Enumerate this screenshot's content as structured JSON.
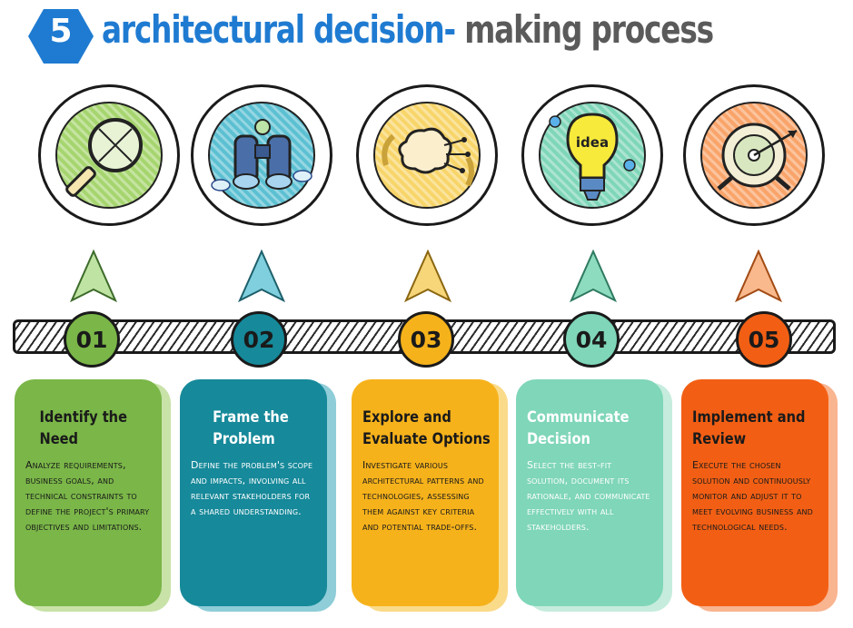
{
  "title": {
    "number": "5",
    "part1": "architectural decision-",
    "part2": " making process"
  },
  "colors": {
    "title_blue": "#1f7bd1",
    "title_gray": "#5a5a5a",
    "step1": "#7ab648",
    "step2": "#16899a",
    "step3": "#f6b21b",
    "step4": "#7fd6b8",
    "step5": "#f25f14"
  },
  "steps": [
    {
      "number": "01",
      "icon": "magnifier-icon",
      "heading_line1": "Identify the",
      "heading_line2": "Need",
      "body": "Analyze requirements, business goals, and technical constraints to define the project's primary objectives and limitations."
    },
    {
      "number": "02",
      "icon": "binoculars-icon",
      "heading_line1": "Frame the",
      "heading_line2": "Problem",
      "body": "Define the problem's scope and impacts, involving all relevant stakeholders for a shared understanding."
    },
    {
      "number": "03",
      "icon": "brain-circuit-icon",
      "heading_line1": "Explore and",
      "heading_line2": "Evaluate Options",
      "body": "Investigate various architectural patterns and technologies, assessing them against key criteria and potential trade-offs."
    },
    {
      "number": "04",
      "icon": "lightbulb-idea-icon",
      "heading_line1": "Communicate",
      "heading_line2": "Decision",
      "body": "Select the best-fit solution, document its rationale, and communicate effectively with all stakeholders."
    },
    {
      "number": "05",
      "icon": "target-arrow-icon",
      "heading_line1": "Implement and",
      "heading_line2": "Review",
      "body": "Execute the chosen solution and continuously monitor and adjust it to meet evolving business and technological needs."
    }
  ],
  "icon_text": {
    "idea": "idea"
  }
}
